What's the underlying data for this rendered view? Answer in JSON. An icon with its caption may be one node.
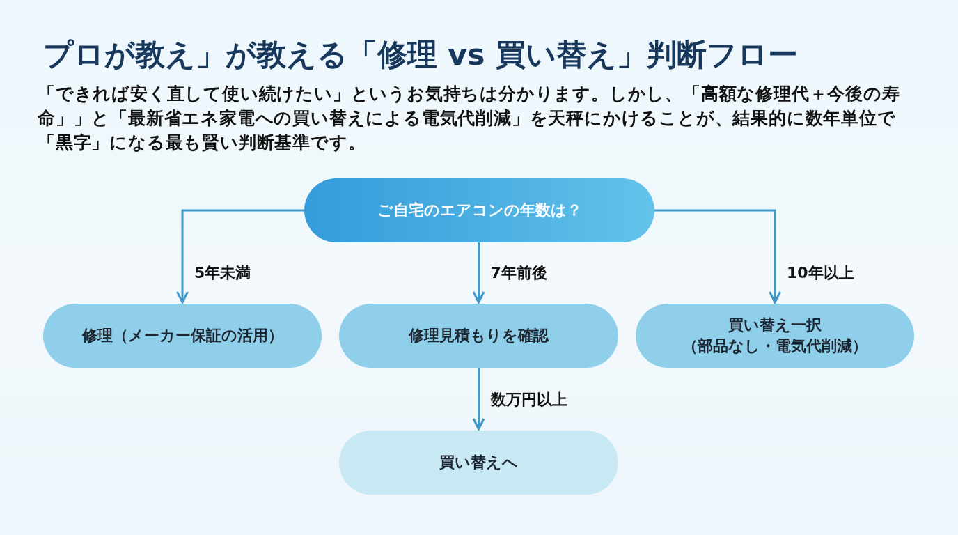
{
  "diagram": {
    "title": "プロが教え」が教える「修理 vs 買い替え」判断フロー",
    "nodes": [
      {
        "text": [
          "ご自宅のエアコンの年数は？"
        ]
      },
      {
        "text": [
          "修理（メーカー保証の活用）"
        ]
      },
      {
        "text": [
          "修理見積もりを確認"
        ]
      },
      {
        "text": [
          "買い替え一択",
          "（部品なし・電気代削減）"
        ]
      },
      {
        "text": [
          "買い替えへ"
        ]
      }
    ],
    "edges": [
      {
        "from": 0,
        "to": 1,
        "arrow": "to",
        "label": "5年未満"
      },
      {
        "from": 0,
        "to": 2,
        "arrow": "to",
        "label": "7年前後"
      },
      {
        "from": 0,
        "to": 3,
        "arrow": "to",
        "label": "10年以上"
      },
      {
        "from": 2,
        "to": 4,
        "arrow": "to",
        "label": "数万円以上"
      }
    ],
    "labels": [
      "「できれば安く直して使い続けたい」というお気持ちは分かります。しかし、「高額な修理代＋今後の寿命」」と「最新省エネ家電への買い替えによる電気代削減」を天秤にかけることが、結果的に数年単位で「黒字」になる最も賢い判断基準です。"
    ]
  }
}
